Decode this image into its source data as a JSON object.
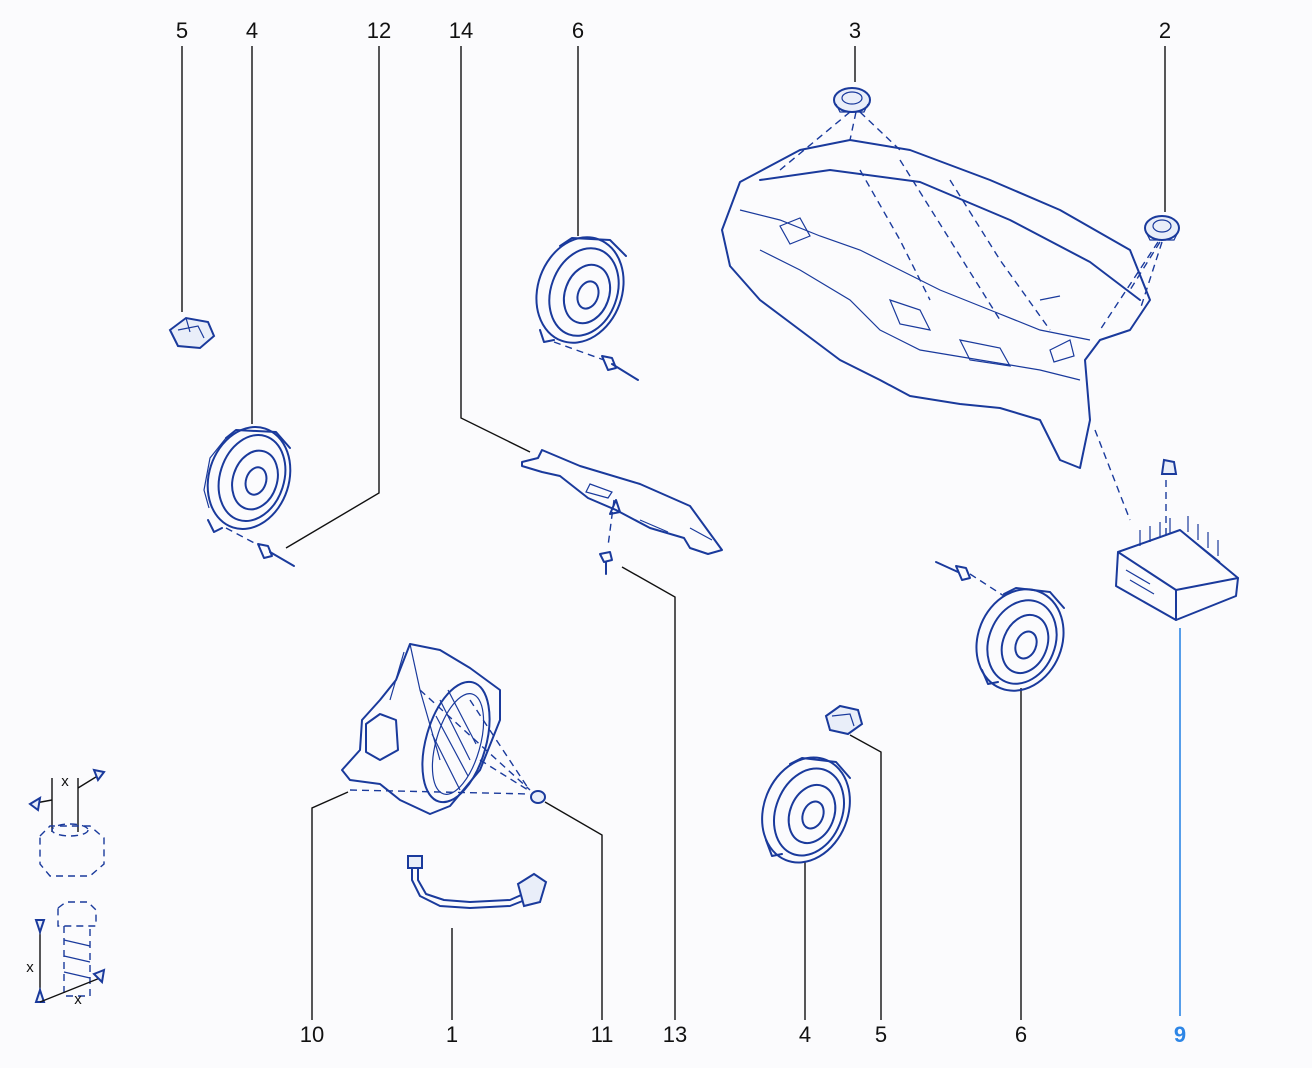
{
  "callouts": {
    "top_5": "5",
    "top_4": "4",
    "top_12": "12",
    "top_14": "14",
    "top_6": "6",
    "top_3": "3",
    "top_2": "2",
    "bottom_10": "10",
    "bottom_1": "1",
    "bottom_11": "11",
    "bottom_13": "13",
    "bottom_4": "4",
    "bottom_5": "5",
    "bottom_6": "6",
    "bottom_9": "9"
  },
  "legend": {
    "nut_dim": "x",
    "bolt_dim_side": "x",
    "bolt_dim_bottom": "x"
  },
  "colors": {
    "line": "#1a3a9c",
    "highlight_callout": "#2d86e6"
  }
}
